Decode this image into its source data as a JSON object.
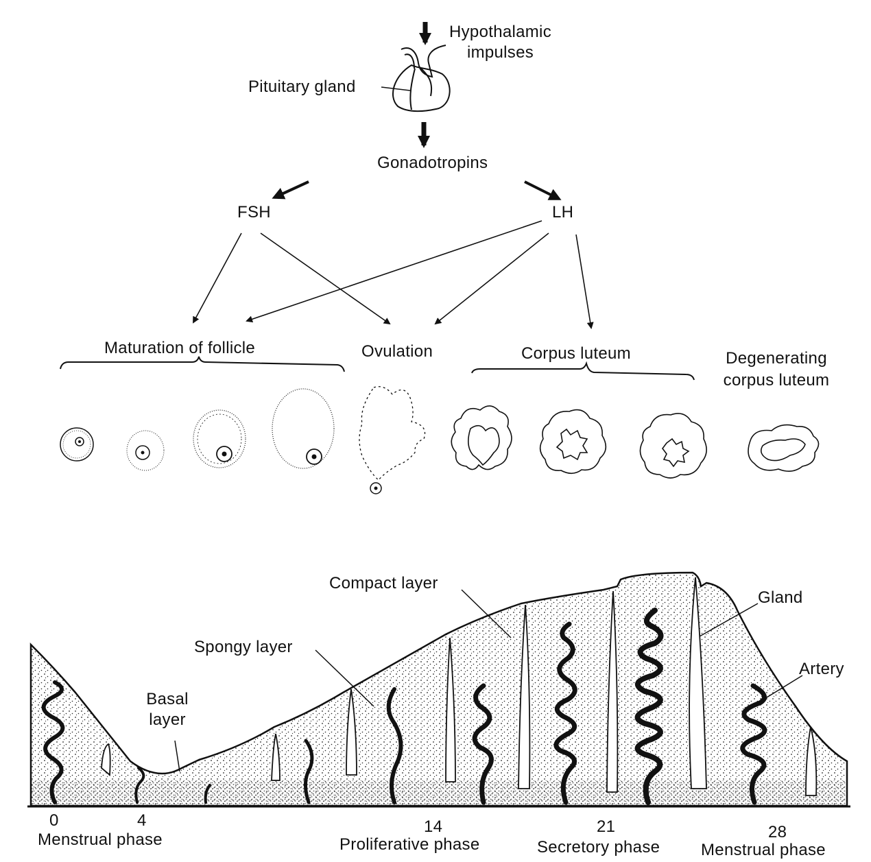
{
  "hormones": {
    "hypothalamic": "Hypothalamic\nimpulses",
    "pituitary": "Pituitary gland",
    "gonadotropins": "Gonadotropins",
    "fsh": "FSH",
    "lh": "LH"
  },
  "ovary": {
    "maturation": "Maturation of follicle",
    "ovulation": "Ovulation",
    "corpus_luteum": "Corpus luteum",
    "degenerating": "Degenerating\ncorpus luteum"
  },
  "endometrium": {
    "compact": "Compact layer",
    "spongy": "Spongy layer",
    "basal": "Basal\nlayer",
    "gland": "Gland",
    "artery": "Artery"
  },
  "timeline": {
    "days": [
      "0",
      "4",
      "14",
      "21",
      "28"
    ],
    "phases": [
      "Menstrual phase",
      "Proliferative phase",
      "Secretory phase",
      "Menstrual phase"
    ]
  },
  "colors": {
    "ink": "#111111",
    "paper": "#ffffff"
  }
}
